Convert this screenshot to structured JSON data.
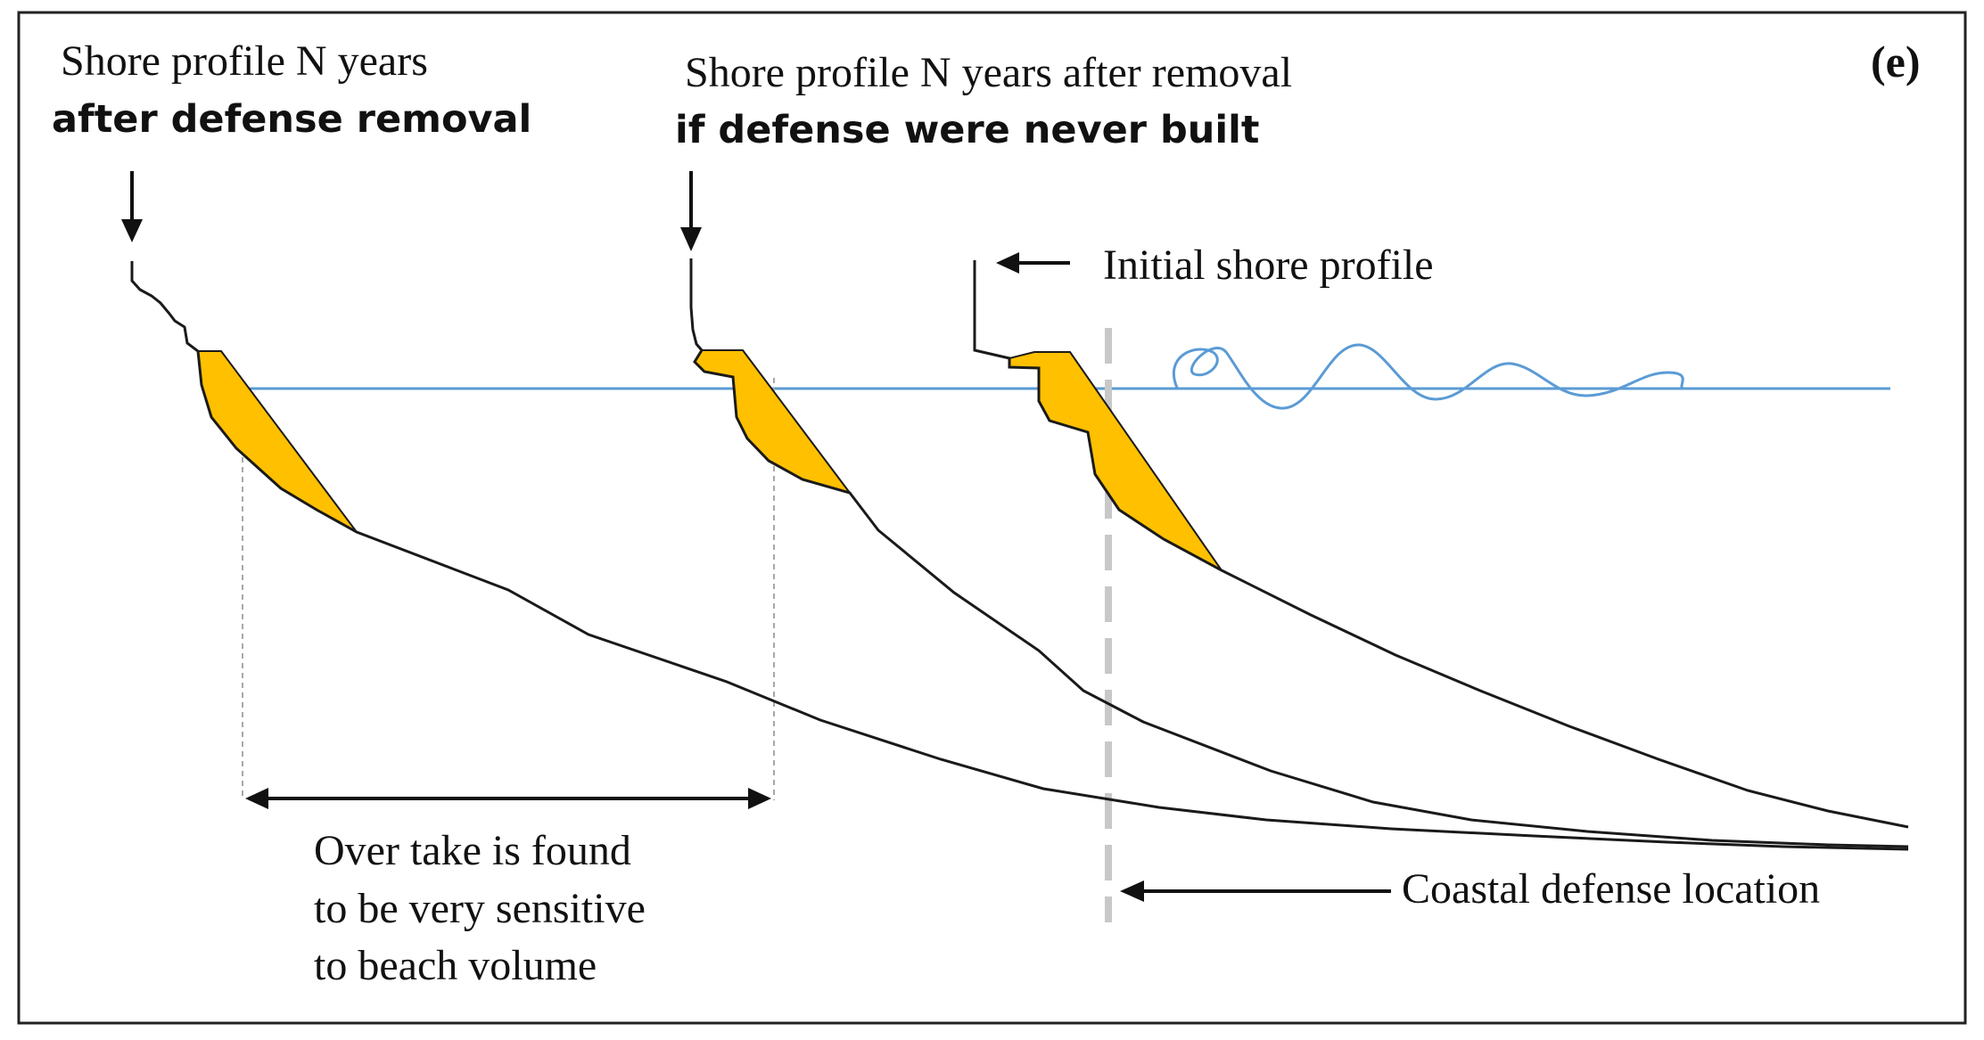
{
  "panel_label": "(e)",
  "labels": {
    "after_removal_line1": "Shore profile N years",
    "after_removal_line2": "after defense removal",
    "never_built_line1": "Shore profile N years after removal",
    "never_built_line2": "if defense were never built",
    "initial_profile": "Initial shore profile",
    "coastal_defense": "Coastal defense location",
    "overtake_line1": "Over take is found",
    "overtake_line2": "to be very sensitive",
    "overtake_line3": "to beach volume"
  },
  "colors": {
    "beach_fill": "#FFC000",
    "water_line": "#5B9BD5",
    "profile_line": "#1a1a1a",
    "defense_line": "#C8C8C8",
    "guide_line": "#A8A8A8"
  }
}
